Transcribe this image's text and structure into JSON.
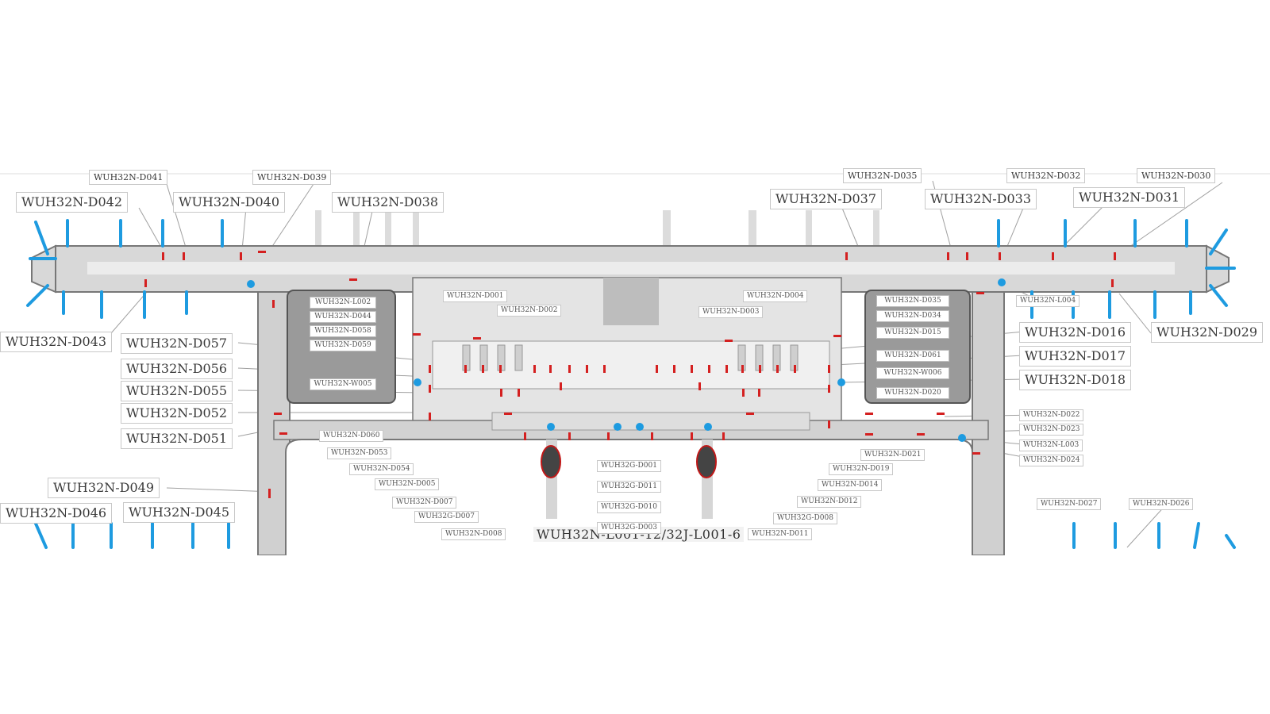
{
  "floor_label": "WUH32N-L001-12/32J-L001-6",
  "top_edge_labels": [
    "WUH32N-D041",
    "WUH32N-D039",
    "WUH32N-D035",
    "WUH32N-D032",
    "WUH32N-D030"
  ],
  "left_labels": {
    "d042": "WUH32N-D042",
    "d040": "WUH32N-D040",
    "d038": "WUH32N-D038",
    "d043": "WUH32N-D043",
    "d057": "WUH32N-D057",
    "d056": "WUH32N-D056",
    "d055": "WUH32N-D055",
    "d052": "WUH32N-D052",
    "d051": "WUH32N-D051",
    "d049": "WUH32N-D049",
    "d046": "WUH32N-D046",
    "d045": "WUH32N-D045"
  },
  "right_labels": {
    "d037": "WUH32N-D037",
    "d033": "WUH32N-D033",
    "d031": "WUH32N-D031",
    "d016": "WUH32N-D016",
    "d017": "WUH32N-D017",
    "d018": "WUH32N-D018",
    "d029": "WUH32N-D029"
  },
  "left_box_labels": [
    "WUH32N-L002",
    "WUH32N-D044",
    "WUH32N-D058",
    "WUH32N-D059",
    "WUH32N-W005"
  ],
  "right_box_labels": [
    "WUH32N-D035",
    "WUH32N-D034",
    "WUH32N-D015",
    "WUH32N-D061",
    "WUH32N-W006",
    "WUH32N-D020"
  ],
  "small_labels": [
    "WUH32N-D001",
    "WUH32N-D002",
    "WUH32N-D003",
    "WUH32N-D004",
    "WUH32N-D060",
    "WUH32N-D053",
    "WUH32N-D054",
    "WUH32N-D005",
    "WUH32N-D007",
    "WUH32G-D007",
    "WUH32N-D008",
    "WUH32G-D001",
    "WUH32G-D011",
    "WUH32G-D010",
    "WUH32G-D003",
    "WUH32N-D012",
    "WUH32G-D008",
    "WUH32N-D011",
    "WUH32N-D019",
    "WUH32N-D014",
    "WUH32N-D021",
    "WUH32N-D022",
    "WUH32N-D023",
    "WUH32N-L003",
    "WUH32N-D024",
    "WUH32N-L004",
    "WUH32N-D027",
    "WUH32N-D026"
  ],
  "colors": {
    "door": "#d42020",
    "point": "#1e9be0",
    "corridor": "#d6d6d6",
    "room": "#9a9a9a",
    "outline": "#6e6e6e"
  }
}
